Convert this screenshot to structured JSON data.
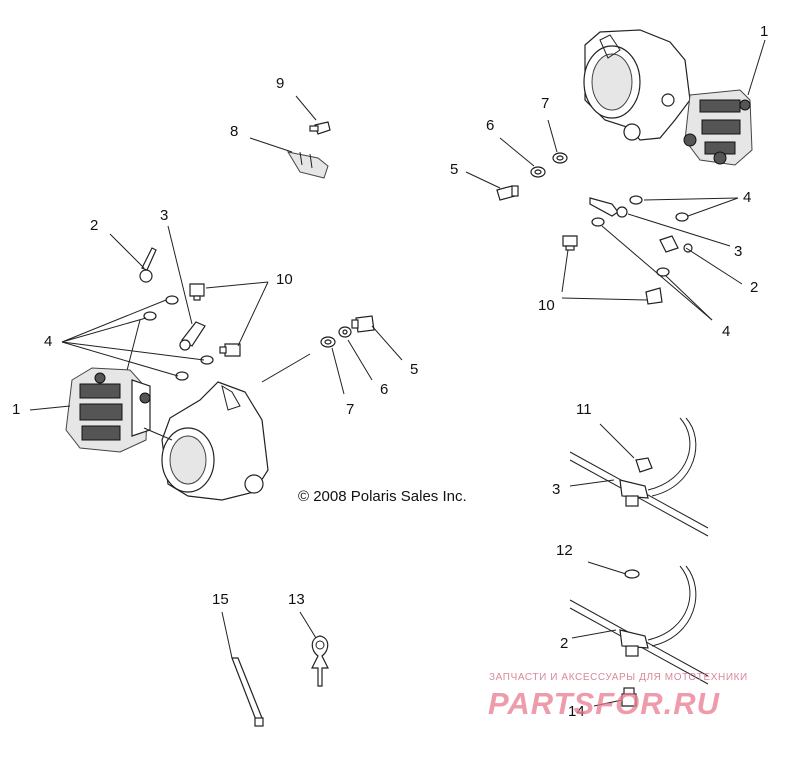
{
  "copyright": "© 2008 Polaris Sales Inc.",
  "watermark": {
    "subtitle": "ЗАПЧАСТИ И АКСЕССУАРЫ ДЛЯ МОТОТЕХНИКИ",
    "brand": "PARTSFOR.RU"
  },
  "callouts": {
    "c1_right": "1",
    "c7_top": "7",
    "c6_top": "6",
    "c5_top": "5",
    "c9": "9",
    "c8": "8",
    "c4_right_top": "4",
    "c3_right": "3",
    "c2_right": "2",
    "c10_right": "10",
    "c4_right_bottom": "4",
    "c2_left": "2",
    "c3_left": "3",
    "c10_left": "10",
    "c4_left": "4",
    "c1_left": "1",
    "c5_mid": "5",
    "c6_mid": "6",
    "c7_mid": "7",
    "c11": "11",
    "c3_line": "3",
    "c12": "12",
    "c2_line": "2",
    "c15": "15",
    "c13": "13",
    "c14": "14"
  }
}
